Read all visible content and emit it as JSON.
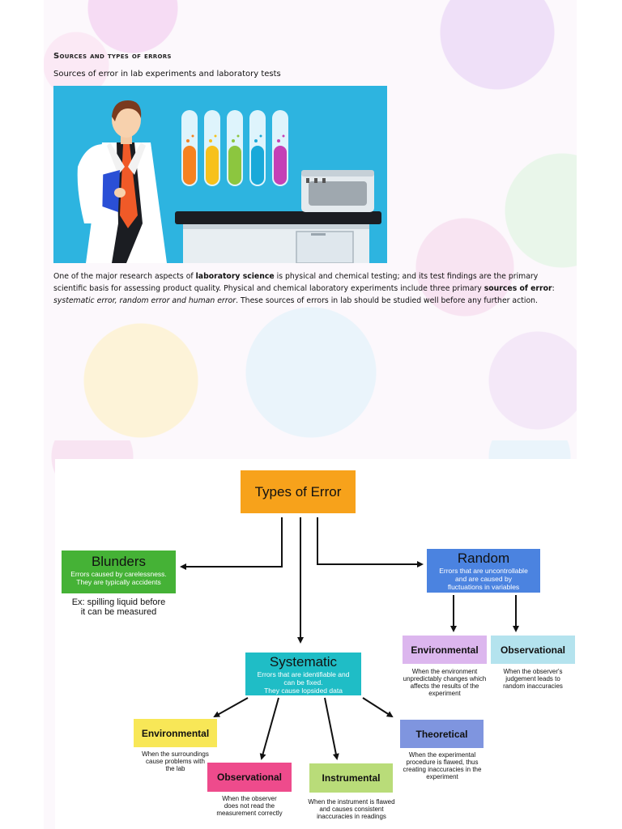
{
  "article": {
    "heading": "Sources and types of errors",
    "subheading": "Sources of error in lab experiments and laboratory tests",
    "paragraph": {
      "p1": "One of the major research aspects of ",
      "b1": "laboratory science",
      "p2": " is physical and chemical testing; and its test findings are the primary scientific basis for assessing product quality. Physical and chemical laboratory experiments include three primary ",
      "b2": "sources of error",
      "p3": ": ",
      "i1": "systematic error, random error and human error",
      "p4": ". These sources of errors in lab should be studied well before any further action."
    }
  },
  "diagram": {
    "root": {
      "title": "Types of Error"
    },
    "blunders": {
      "title": "Blunders",
      "desc": [
        "Errors caused by carelessness.",
        "They are typically accidents"
      ],
      "example": [
        "Ex: spilling liquid before",
        "it can be measured"
      ]
    },
    "random": {
      "title": "Random",
      "desc": [
        "Errors that are uncontrollable",
        "and are caused by",
        "fluctuations in variables"
      ],
      "children": [
        {
          "title": "Environmental",
          "desc": [
            "When the environment",
            "unpredictably changes which",
            "affects the results of the",
            "experiment"
          ]
        },
        {
          "title": "Observational",
          "desc": [
            "When the observer's",
            "judgement leads to",
            "random inaccuracies"
          ]
        }
      ]
    },
    "systematic": {
      "title": "Systematic",
      "desc": [
        "Errors that are identifiable and",
        "can be fixed.",
        "They cause lopsided data"
      ],
      "children": [
        {
          "title": "Environmental",
          "desc": [
            "When the surroundings",
            "cause problems with",
            "the lab"
          ]
        },
        {
          "title": "Observational",
          "desc": [
            "When the observer",
            "does not read the",
            "measurement correctly"
          ]
        },
        {
          "title": "Instrumental",
          "desc": [
            "When the instrument is flawed",
            "and causes consistent",
            "inaccuracies in readings"
          ]
        },
        {
          "title": "Theoretical",
          "desc": [
            "When the experimental",
            "procedure is flawed, thus",
            "creating inaccuracies in the",
            "experiment"
          ]
        }
      ]
    },
    "colors": {
      "root": "#f7a21b",
      "blunders": "#45b236",
      "random": "#4b83e0",
      "systematic": "#1fbdc6",
      "random_environmental": "#dcb6ee",
      "random_observational": "#b4e3ee",
      "sys_environmental": "#f8e757",
      "sys_observational": "#ee4b8c",
      "sys_instrumental": "#b9dc79",
      "sys_theoretical": "#7f95df"
    }
  }
}
